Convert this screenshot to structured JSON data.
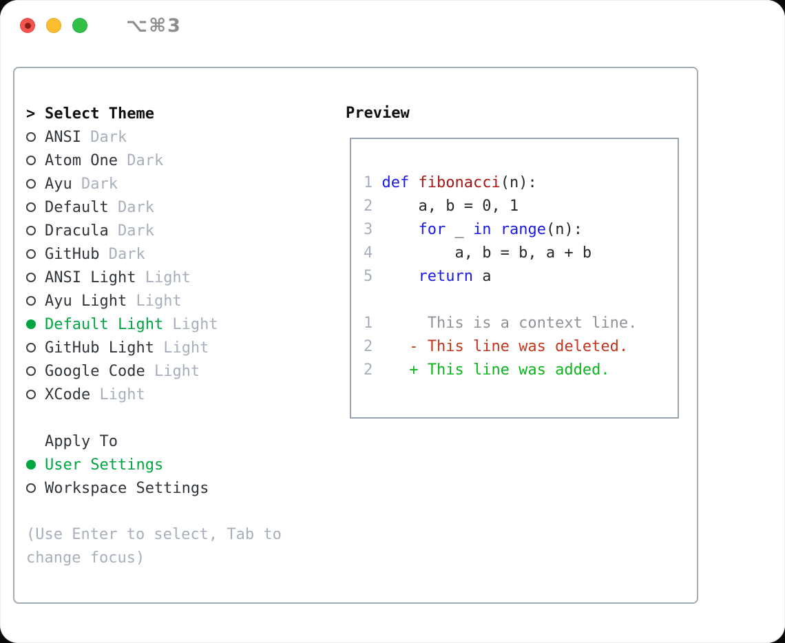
{
  "window": {
    "title": "⌥⌘3",
    "traffic_lights": [
      {
        "name": "close",
        "color": "#f4544d",
        "dot": "#8a1d16"
      },
      {
        "name": "minimize",
        "color": "#fcbd2f",
        "dot": null
      },
      {
        "name": "zoom",
        "color": "#2fc045",
        "dot": null
      }
    ]
  },
  "theme_panel": {
    "header": {
      "prefix": ">",
      "label": "Select Theme"
    },
    "themes": [
      {
        "name": "ANSI",
        "variant": "Dark",
        "selected": false
      },
      {
        "name": "Atom One",
        "variant": "Dark",
        "selected": false
      },
      {
        "name": "Ayu",
        "variant": "Dark",
        "selected": false
      },
      {
        "name": "Default",
        "variant": "Dark",
        "selected": false
      },
      {
        "name": "Dracula",
        "variant": "Dark",
        "selected": false
      },
      {
        "name": "GitHub",
        "variant": "Dark",
        "selected": false
      },
      {
        "name": "ANSI Light",
        "variant": "Light",
        "selected": false
      },
      {
        "name": "Ayu Light",
        "variant": "Light",
        "selected": false
      },
      {
        "name": "Default Light",
        "variant": "Light",
        "selected": true
      },
      {
        "name": "GitHub Light",
        "variant": "Light",
        "selected": false
      },
      {
        "name": "Google Code",
        "variant": "Light",
        "selected": false
      },
      {
        "name": "XCode",
        "variant": "Light",
        "selected": false
      }
    ],
    "apply_to": {
      "label": "Apply To",
      "options": [
        {
          "name": "User Settings",
          "selected": true
        },
        {
          "name": "Workspace Settings",
          "selected": false
        }
      ]
    },
    "help_text": "(Use Enter to select, Tab to change focus)"
  },
  "preview": {
    "label": "Preview",
    "lines": [
      [
        {
          "t": "1 ",
          "c": "linenum"
        },
        {
          "t": "def",
          "c": "keyword"
        },
        {
          "t": " ",
          "c": "code"
        },
        {
          "t": "fibonacci",
          "c": "function"
        },
        {
          "t": "(n):",
          "c": "code"
        }
      ],
      [
        {
          "t": "2 ",
          "c": "linenum"
        },
        {
          "t": "    a, b = 0, 1",
          "c": "code"
        }
      ],
      [
        {
          "t": "3 ",
          "c": "linenum"
        },
        {
          "t": "    ",
          "c": "code"
        },
        {
          "t": "for",
          "c": "keyword"
        },
        {
          "t": " _ ",
          "c": "code"
        },
        {
          "t": "in",
          "c": "keyword"
        },
        {
          "t": " ",
          "c": "code"
        },
        {
          "t": "range",
          "c": "keyword"
        },
        {
          "t": "(n):",
          "c": "code"
        }
      ],
      [
        {
          "t": "4 ",
          "c": "linenum"
        },
        {
          "t": "        a, b = b, a + b",
          "c": "code"
        }
      ],
      [
        {
          "t": "5 ",
          "c": "linenum"
        },
        {
          "t": "    ",
          "c": "code"
        },
        {
          "t": "return",
          "c": "keyword"
        },
        {
          "t": " a",
          "c": "code"
        }
      ],
      [],
      [
        {
          "t": "1 ",
          "c": "linenum"
        },
        {
          "t": "     This is a context line.",
          "c": "context"
        }
      ],
      [
        {
          "t": "2 ",
          "c": "linenum"
        },
        {
          "t": "   - This line was deleted.",
          "c": "deleted"
        }
      ],
      [
        {
          "t": "2 ",
          "c": "linenum"
        },
        {
          "t": "   + This line was added.",
          "c": "added"
        }
      ]
    ]
  },
  "colors": {
    "text": "#2f333a",
    "header_text": "#0c0e10",
    "muted": "#a7afbc",
    "green": "#00a441",
    "added": "#0db41e",
    "deleted": "#c2351f",
    "keyword": "#1a1ae6",
    "function": "#a51616",
    "code": "#24272c",
    "linenum": "#a7afbc",
    "context": "#8f9399",
    "border": "#a3abb6",
    "title_gray": "#8d8d8d",
    "marker_outline": "#3a4047"
  }
}
